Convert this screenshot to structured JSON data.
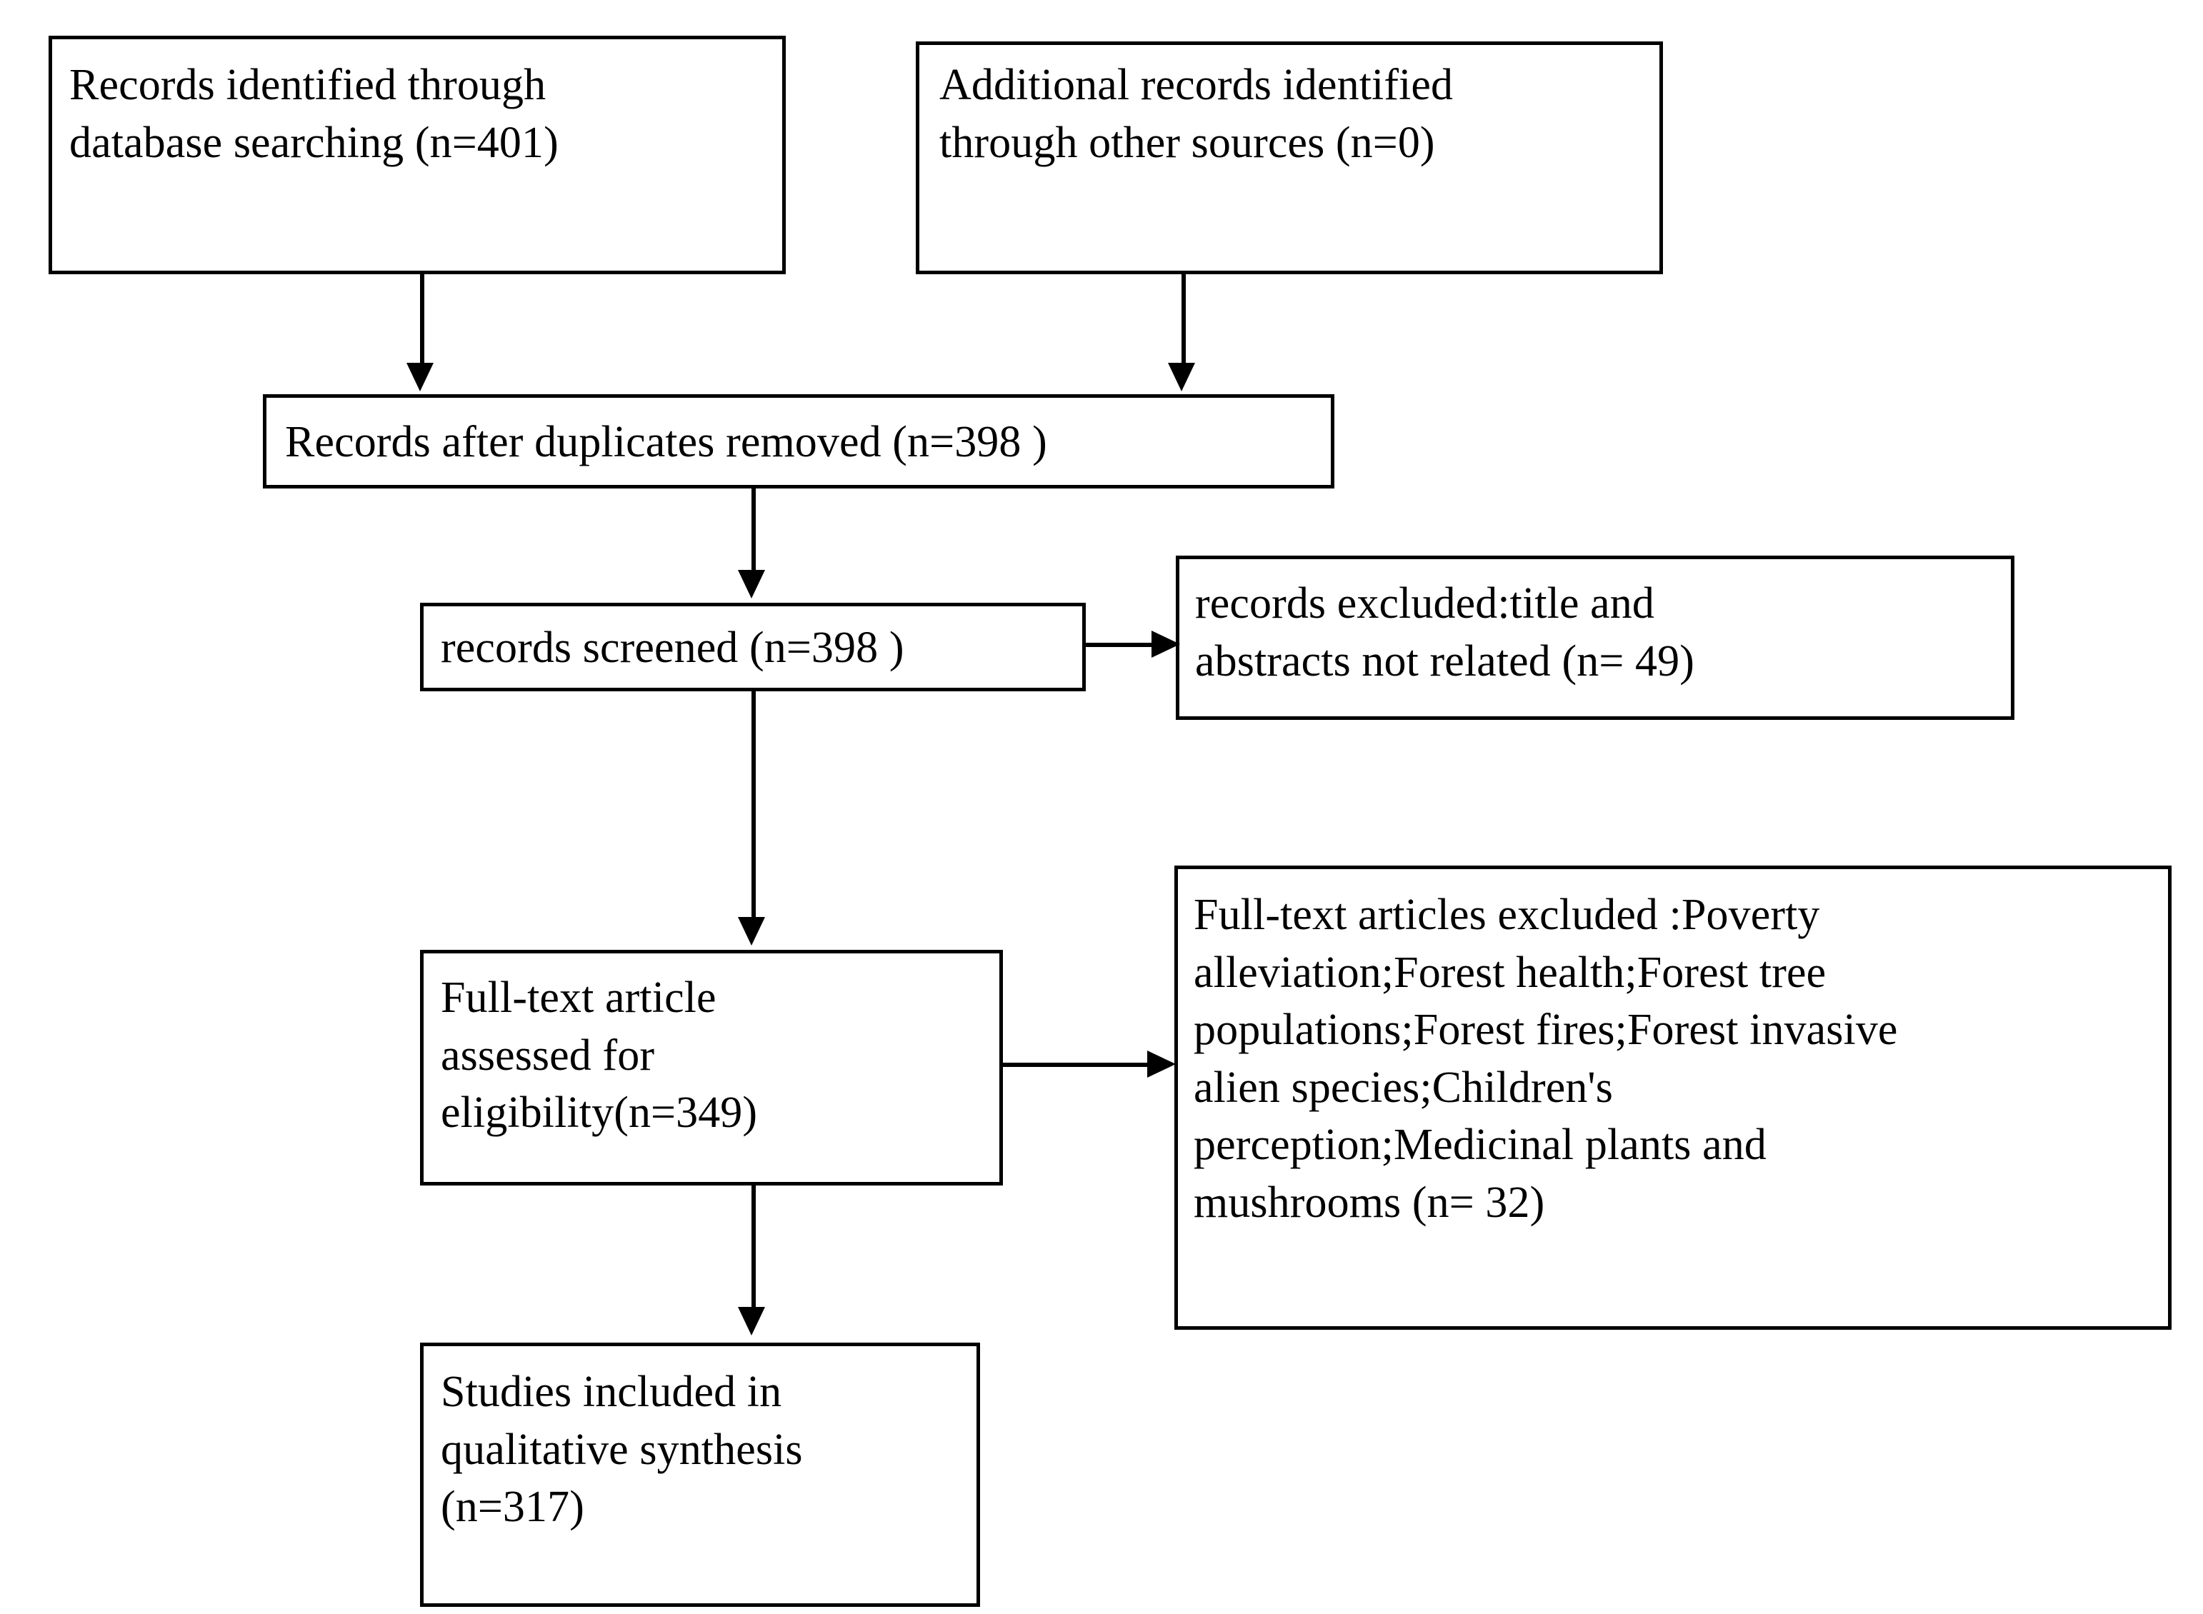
{
  "diagram": {
    "type": "prisma-flow-diagram",
    "nodes": [
      {
        "id": "db-search",
        "name": "records-identified-database-searching",
        "text": "Records identified through\ndatabase searching (n=401)",
        "count": 401
      },
      {
        "id": "other-sources",
        "name": "additional-records-other-sources",
        "text": "Additional records identified\nthrough other sources  (n=0)",
        "count": 0
      },
      {
        "id": "duplicates",
        "name": "records-after-duplicates-removed",
        "text": "Records after duplicates removed (n=398 )",
        "count": 398
      },
      {
        "id": "screened",
        "name": "records-screened",
        "text": "records screened (n=398 )",
        "count": 398
      },
      {
        "id": "screen-excluded",
        "name": "records-excluded-title-abstract",
        "text": "records excluded:title and\nabstracts not related (n= 49)",
        "count": 49
      },
      {
        "id": "fulltext",
        "name": "full-text-articles-assessed",
        "text": "Full-text article\nassessed for\neligibility(n=349)",
        "count": 349
      },
      {
        "id": "fulltext-excluded",
        "name": "full-text-articles-excluded",
        "text": "Full-text articles excluded :Poverty\nalleviation;Forest health;Forest tree\npopulations;Forest fires;Forest invasive\nalien species;Children's\nperception;Medicinal plants and\nmushrooms (n= 32)",
        "count": 32
      },
      {
        "id": "included",
        "name": "studies-included-qualitative-synthesis",
        "text": "Studies included in\nqualitative synthesis\n(n=317)",
        "count": 317
      }
    ],
    "edges": [
      {
        "id": "a1",
        "from": "db-search",
        "to": "duplicates",
        "direction": "down"
      },
      {
        "id": "a2",
        "from": "other-sources",
        "to": "duplicates",
        "direction": "down"
      },
      {
        "id": "a3",
        "from": "duplicates",
        "to": "screened",
        "direction": "down"
      },
      {
        "id": "a4",
        "from": "screened",
        "to": "screen-excluded",
        "direction": "right"
      },
      {
        "id": "a5",
        "from": "screened",
        "to": "fulltext",
        "direction": "down"
      },
      {
        "id": "a6",
        "from": "fulltext",
        "to": "fulltext-excluded",
        "direction": "right"
      },
      {
        "id": "a7",
        "from": "fulltext",
        "to": "included",
        "direction": "down"
      }
    ],
    "colors": {
      "background": "#ffffff",
      "stroke": "#000000",
      "text": "#000000"
    }
  }
}
